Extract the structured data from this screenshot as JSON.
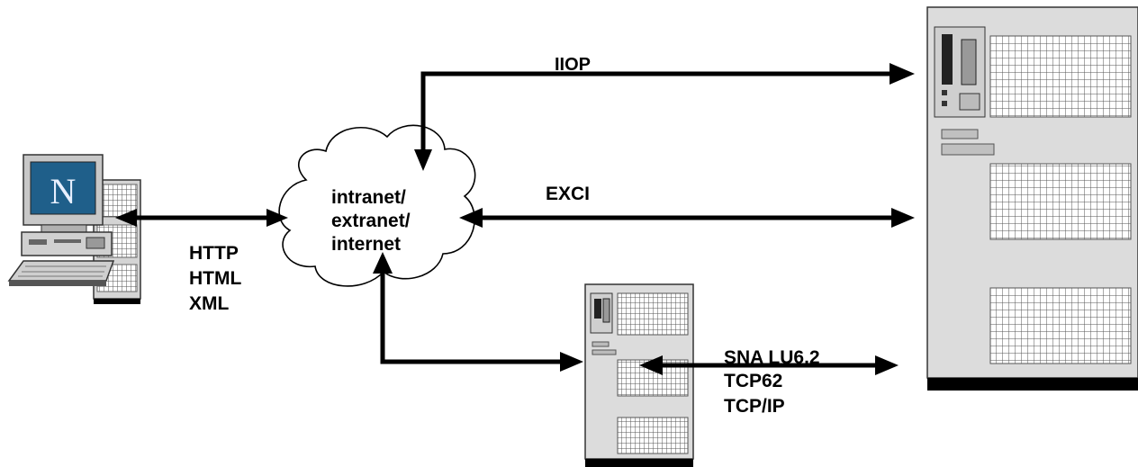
{
  "cloud": {
    "lines": [
      "intranet/",
      "extranet/",
      "internet"
    ]
  },
  "protocols": {
    "client_link": [
      "HTTP",
      "HTML",
      "XML"
    ],
    "iiop": "IIOP",
    "exci": "EXCI",
    "server_link": [
      "SNA LU6.2",
      "TCP62",
      "TCP/IP"
    ]
  },
  "client": {
    "logo_letter": "N"
  },
  "colors": {
    "line": "#000000",
    "cabinet": "#dcdcdc",
    "cabinet_dark": "#8c8c8c",
    "monitor_screen": "#1f5f8a",
    "cloud_fill": "#ffffff"
  }
}
